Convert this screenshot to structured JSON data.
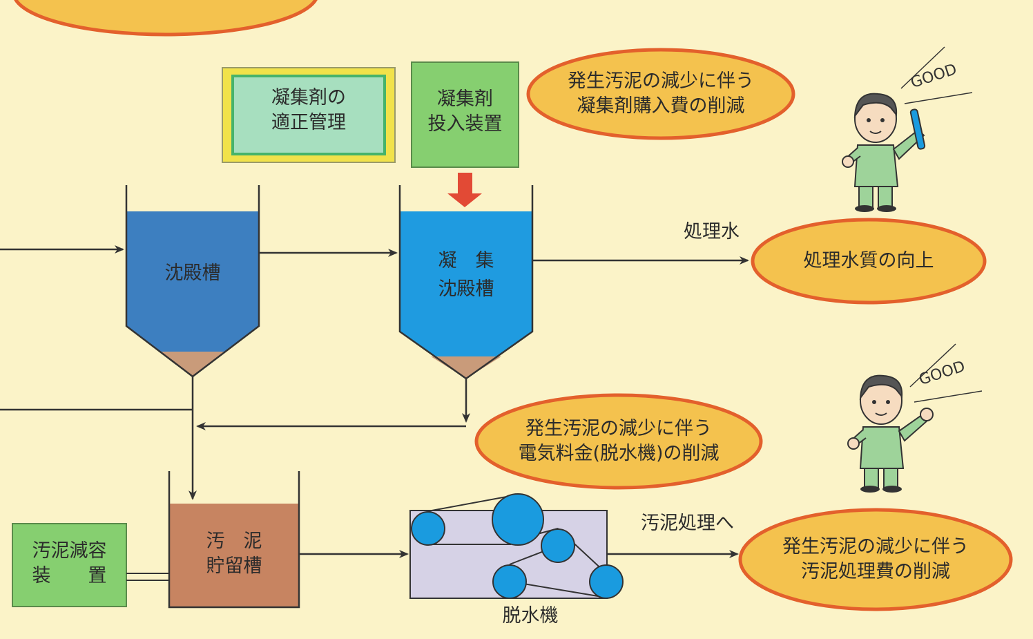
{
  "colors": {
    "background": "#fbf3c8",
    "tank_blue_dark": "#3d7fc0",
    "tank_blue_light": "#1f9be0",
    "sludge": "#c99b7a",
    "green_box": "#86cf70",
    "yellow_frame": "#f1e24a",
    "ellipse_fill": "#f4c24e",
    "ellipse_stroke": "#e3602c",
    "storage_tank": "#c78461",
    "dehydrator_body": "#d6d2e6",
    "roller": "#1a9bdf",
    "arrow_red": "#e24a35"
  },
  "boxes": {
    "coagulant_management": "凝集剤の\n適正管理",
    "coagulant_feeder": "凝集剤\n投入装置",
    "sludge_reduction_device": "汚泥減容\n装　　置"
  },
  "tanks": {
    "settling": "沈殿槽",
    "coag_settling": "凝　集\n沈殿槽",
    "sludge_storage": "汚　泥\n貯留槽"
  },
  "labels": {
    "treated_water": "処理水",
    "to_sludge_treatment": "汚泥処理へ",
    "dehydrator": "脱水機"
  },
  "benefits": {
    "coagulant_cost": "発生汚泥の減少に伴う\n凝集剤購入費の削減",
    "water_quality": "処理水質の向上",
    "electricity_cost": "発生汚泥の減少に伴う\n電気料金(脱水機)の削減",
    "sludge_cost": "発生汚泥の減少に伴う\n汚泥処理費の削減"
  },
  "good_text": "GOOD",
  "icons": {
    "character": "businessman-thumbs-up-icon"
  }
}
